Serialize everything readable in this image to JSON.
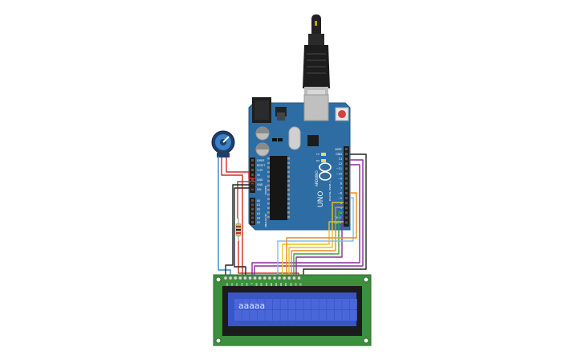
{
  "board": {
    "brand_logo_text": "ARDUINO",
    "model_text": "UNO",
    "tx_label": "TX",
    "rx_label": "RX",
    "power_header_labels": [
      "IOREF",
      "RESET",
      "3.3V",
      "5V",
      "GND",
      "GND",
      "VIN"
    ],
    "power_section_label": "POWER",
    "analog_header_labels": [
      "A0",
      "A1",
      "A2",
      "A3",
      "A4",
      "A5"
    ],
    "analog_section_label": "ANALOG IN",
    "digital_header_labels": [
      "AREF",
      "GND",
      "13",
      "12",
      "~11",
      "~10",
      "~9",
      "8",
      "7",
      "~6",
      "~5",
      "4",
      "~3",
      "2",
      "TX→1",
      "RX←0"
    ],
    "digital_section_label": "DIGITAL (PWM~)"
  },
  "lcd": {
    "pin_labels": [
      "GND",
      "VCC",
      "V0",
      "RS",
      "RW",
      "E",
      "DB0",
      "DB1",
      "DB2",
      "DB3",
      "DB4",
      "DB5",
      "DB6",
      "DB7",
      "LED",
      "LED"
    ],
    "display_text": "aaaaa"
  },
  "colors": {
    "board": "#2e6da4",
    "lcd_pcb": "#3c8f3c",
    "lcd_screen": "#3a55c8",
    "wire_red": "#d62828",
    "wire_black": "#222222",
    "wire_blue": "#3a86c8",
    "wire_purple": "#8a2c9e",
    "wire_yellow": "#e8c21a",
    "wire_orange": "#ee8a1e",
    "wire_green": "#3aa13a",
    "wire_lightblue": "#7cc0e8"
  }
}
